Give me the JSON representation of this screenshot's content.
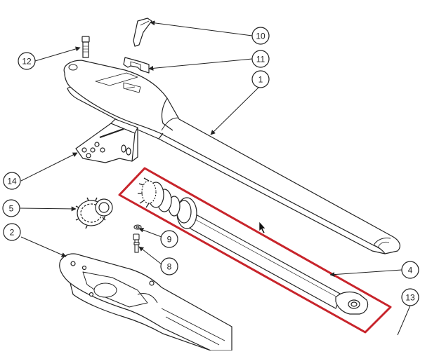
{
  "diagram": {
    "callouts": [
      {
        "id": "1",
        "label": "1"
      },
      {
        "id": "2",
        "label": "2"
      },
      {
        "id": "4",
        "label": "4"
      },
      {
        "id": "5",
        "label": "5"
      },
      {
        "id": "8",
        "label": "8"
      },
      {
        "id": "9",
        "label": "9"
      },
      {
        "id": "10",
        "label": "10"
      },
      {
        "id": "11",
        "label": "11"
      },
      {
        "id": "12",
        "label": "12"
      },
      {
        "id": "13",
        "label": "13"
      },
      {
        "id": "14",
        "label": "14"
      }
    ],
    "highlight_color": "#c8242b",
    "line_color": "#222222",
    "cursor_icon": "mouse-pointer-icon"
  }
}
